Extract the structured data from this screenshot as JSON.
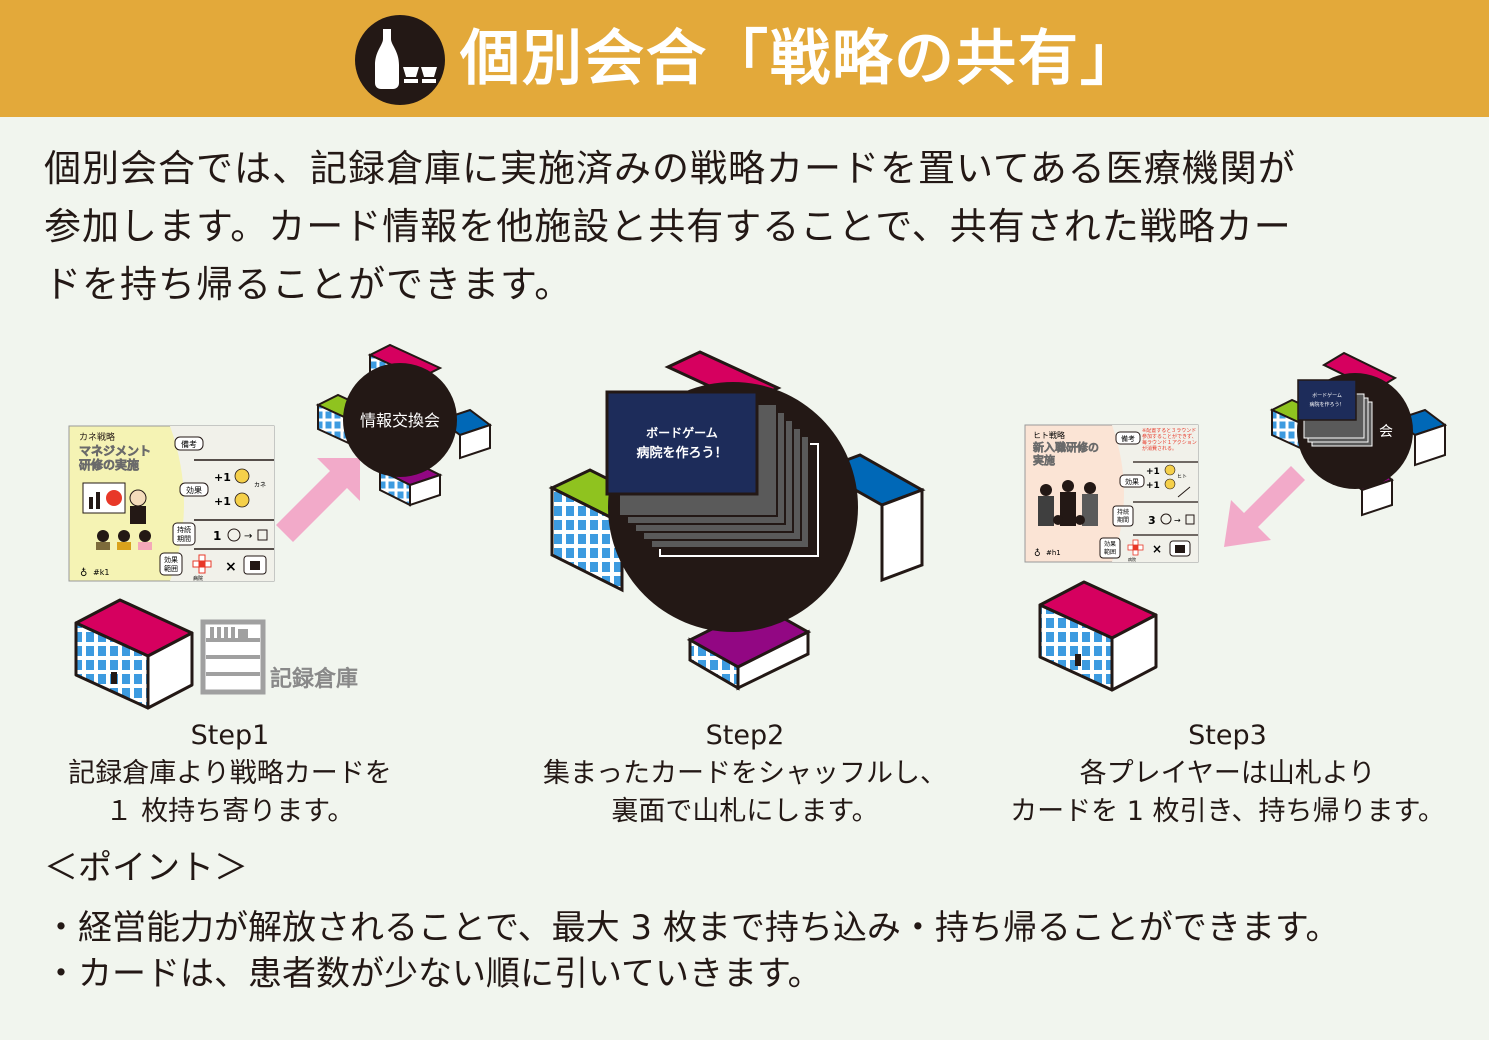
{
  "header": {
    "title": "個別会合「戦略の共有」",
    "background": "#e3a93a",
    "icon": "sake-bottle-and-cups-icon"
  },
  "intro": {
    "lines": [
      "個別会合では、記録倉庫に実施済みの戦略カードを置いてある医療機関が",
      "参加します。カード情報を他施設と共有することで、共有された戦略カー",
      "ドを持ち帰ることができます。"
    ]
  },
  "figure": {
    "card_left": {
      "category": "カネ戦略",
      "title_line1": "マネジメント",
      "title_line2": "研修の実施",
      "note_label": "備考",
      "effect_label": "効果",
      "effect_value1": "+1",
      "effect_value2": "+1",
      "money_label": "カネ",
      "duration_label_1": "持続",
      "duration_label_2": "期間",
      "duration_value": "1",
      "scope_label_1": "効果",
      "scope_label_2": "範囲",
      "scope_sub": "病院",
      "card_id": "#k1"
    },
    "card_right": {
      "category": "ヒト戦略",
      "title_line1": "新入職研修の",
      "title_line2": "実施",
      "note_label": "備考",
      "note_text": "※配置すると３ラウンド参加することができず、毎ラウンド１アクションが消費される。",
      "effect_label": "効果",
      "effect_value1": "+1",
      "effect_value2": "+1",
      "people_label": "ヒト",
      "duration_label_1": "持続",
      "duration_label_2": "期間",
      "duration_value": "3",
      "scope_label_1": "効果",
      "scope_label_2": "範囲",
      "scope_sub": "病院",
      "card_id": "#h1"
    },
    "storage_label": "記録倉庫",
    "meeting_label": "情報交換会",
    "meeting_label_partial": "会",
    "deck_card_line1": "ボードゲーム",
    "deck_card_line2": "病院を作ろう！",
    "colors": {
      "arrow": "#f2aac9",
      "building_roof_red": "#d6005f",
      "building_roof_blue": "#0068b7",
      "building_roof_green": "#8fc31f",
      "building_roof_purple": "#920783",
      "window": "#3d9be0",
      "circle": "#231815",
      "card_back": "#1d2c5a"
    }
  },
  "steps": [
    {
      "title": "Step1",
      "line1": "記録倉庫より戦略カードを",
      "line2": "１ 枚持ち寄ります。"
    },
    {
      "title": "Step2",
      "line1": "集まったカードをシャッフルし、",
      "line2": "裏面で山札にします。"
    },
    {
      "title": "Step3",
      "line1": "各プレイヤーは山札より",
      "line2": "カードを 1 枚引き、持ち帰ります。"
    }
  ],
  "points": {
    "heading": "＜ポイント＞",
    "items": [
      "・経営能力が解放されることで、最大 3 枚まで持ち込み・持ち帰ることができます。",
      "・カードは、患者数が少ない順に引いていきます。"
    ]
  }
}
